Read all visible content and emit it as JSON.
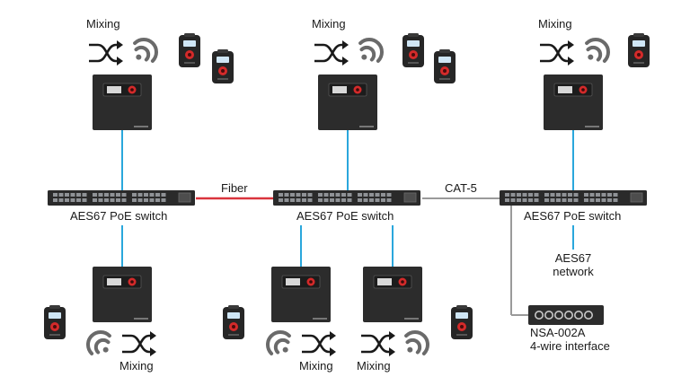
{
  "labels": {
    "mixing": "Mixing",
    "switch": "AES67 PoE switch",
    "fiber": "Fiber",
    "cat5": "CAT-5",
    "network_line1": "AES67",
    "network_line2": "network",
    "nsa_line1": "NSA-002A",
    "nsa_line2": "4-wire interface"
  },
  "colors": {
    "fiber_link": "#d9343d",
    "device_link": "#2aa7dc",
    "cat5_link": "#9a9a9a",
    "device_body": "#2c2c2c",
    "icon_gray": "#6a6a6a",
    "beltpack_red": "#d42a2a"
  },
  "nodes": {
    "base_stations": [
      "base-station",
      "base-station",
      "base-station",
      "base-station",
      "base-station",
      "base-station"
    ],
    "switches": [
      "switch",
      "switch",
      "switch"
    ],
    "beltpacks": [
      "beltpack",
      "beltpack",
      "beltpack",
      "beltpack",
      "beltpack",
      "beltpack",
      "beltpack",
      "beltpack"
    ]
  },
  "icons": {
    "mixing": "crossfade-arrows-icon",
    "wireless": "wireless-signal-icon"
  }
}
